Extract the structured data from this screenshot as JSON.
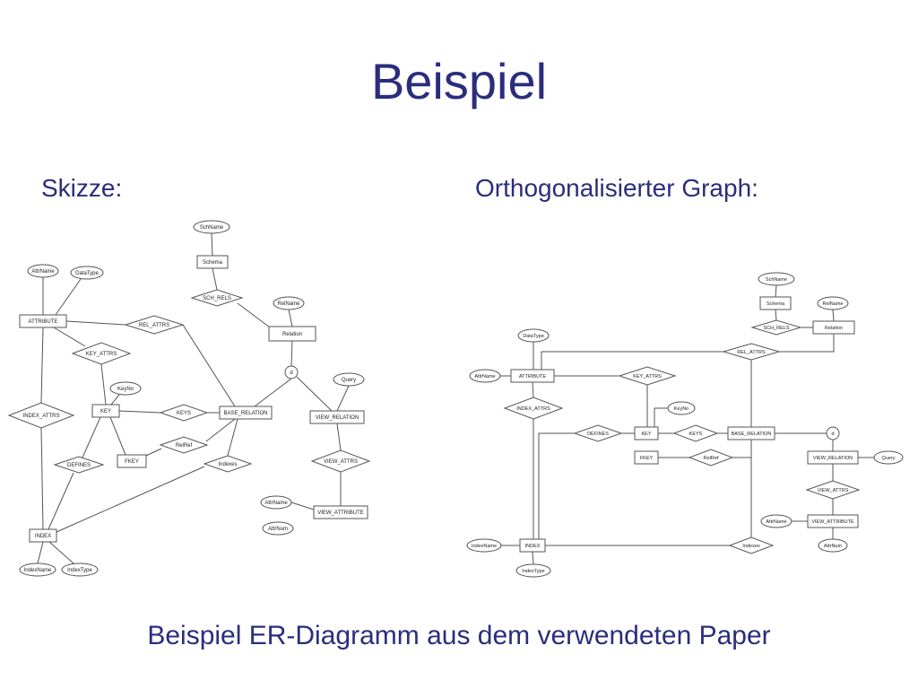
{
  "slide": {
    "title": "Beispiel",
    "left_label": "Skizze:",
    "right_label": "Orthogonalisierter Graph:",
    "caption": "Beispiel ER-Diagramm aus dem verwendeten Paper"
  },
  "diagram": {
    "colors": {
      "line": "#555555",
      "text": "#222222",
      "heading": "#2b2d7c"
    },
    "labels": {
      "schname": "SchName",
      "schema": "Schema",
      "sch_rels": "SCH_RELS",
      "relname": "RelName",
      "relation": "Relation",
      "attrname": "AttrName",
      "datatype": "DataType",
      "attribute": "ATTRIBUTE",
      "rel_attrs": "REL_ATTRS",
      "key_attrs": "KEY_ATTRS",
      "keyno": "KeyNo",
      "key": "KEY",
      "keys": "KEYS",
      "base_relation": "BASE_RELATION",
      "d": "d",
      "query": "Query",
      "view_relation": "VIEW_RELATION",
      "index_attrs": "INDEX_ATTRS",
      "defines": "DEFINES",
      "fkey": "FKEY",
      "relref": "RelRef",
      "indexes": "Indexes",
      "view_attrs": "VIEW_ATTRS",
      "attrnum": "AttrNum",
      "view_attribute": "VIEW_ATTRIBUTE",
      "index": "INDEX",
      "indexname": "IndexName",
      "indextype": "IndexType"
    }
  }
}
